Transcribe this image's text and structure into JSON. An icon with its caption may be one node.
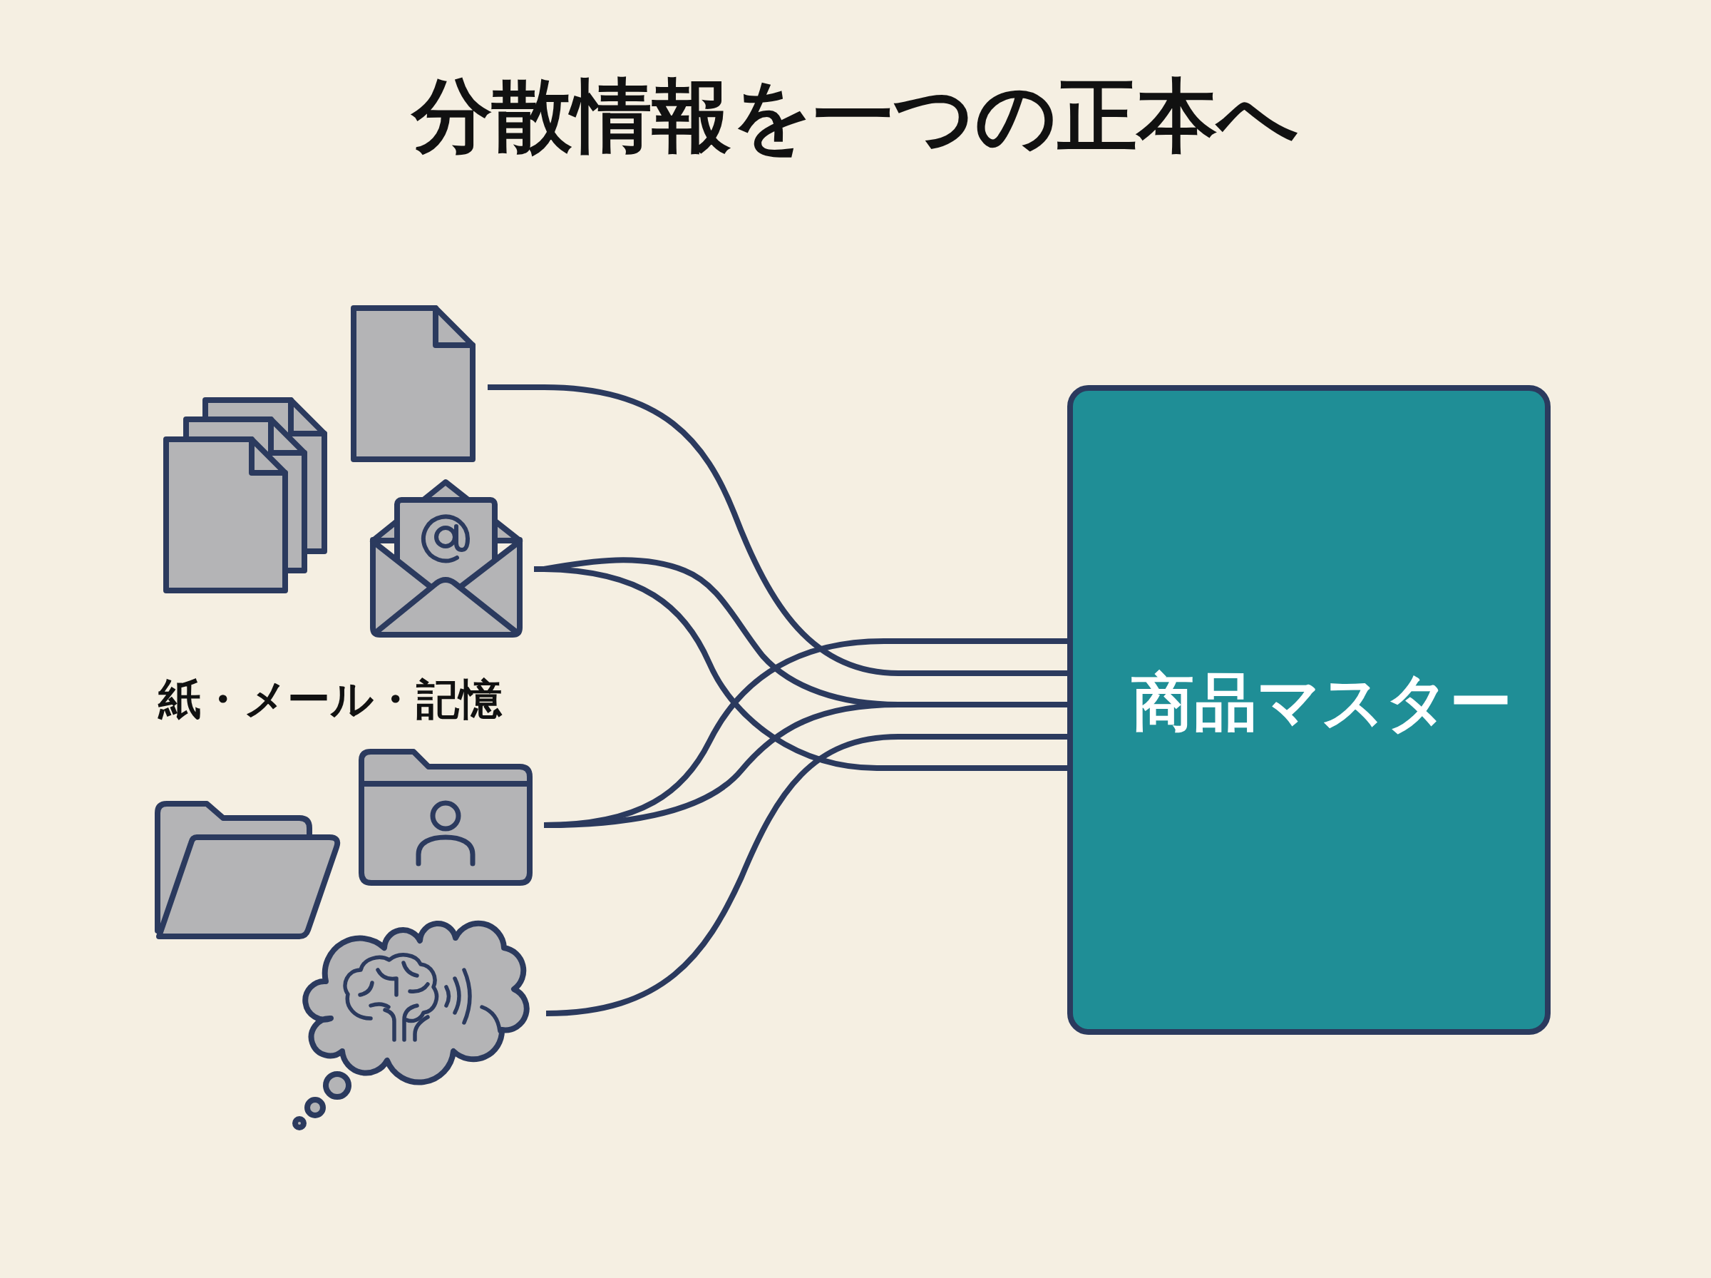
{
  "diagram": {
    "title": "分散情報を一つの正本へ",
    "nodes": [
      {
        "text": [],
        "shape": "document"
      },
      {
        "text": [],
        "shape": "document"
      },
      {
        "text": [],
        "shape": "envelope"
      },
      {
        "text": [],
        "shape": "folder"
      },
      {
        "text": [],
        "shape": "folder"
      },
      {
        "text": [],
        "shape": "cloud"
      },
      {
        "text": [
          "商品マスター"
        ]
      }
    ],
    "edges": [
      {
        "from": 1,
        "to": 6,
        "arrow": "none"
      },
      {
        "from": 2,
        "to": 6,
        "arrow": "none"
      },
      {
        "from": 2,
        "to": 6,
        "arrow": "none"
      },
      {
        "from": 4,
        "to": 6,
        "arrow": "none"
      },
      {
        "from": 4,
        "to": 6,
        "arrow": "none"
      },
      {
        "from": 5,
        "to": 6,
        "arrow": "none"
      }
    ],
    "labels": [
      "紙・メール・記憶"
    ]
  }
}
